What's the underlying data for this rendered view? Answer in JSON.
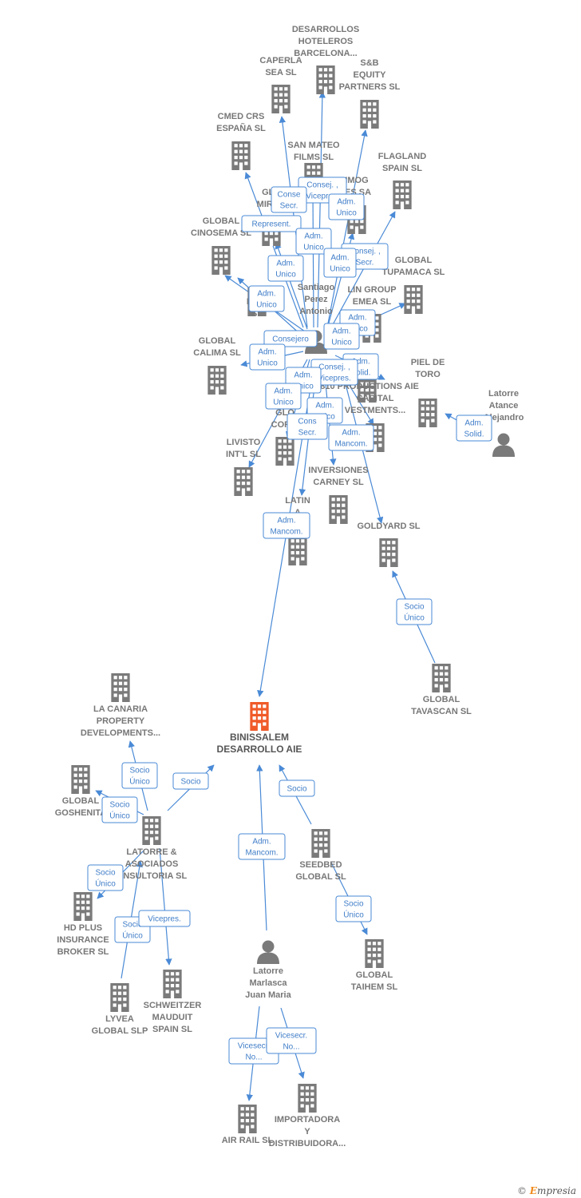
{
  "colors": {
    "building": "#7a7a7a",
    "main_building": "#f05a28",
    "person": "#7a7a7a",
    "edge": "#4a8ad6"
  },
  "nodes": [
    {
      "id": "main",
      "kind": "building",
      "main": true,
      "lines": [
        "BINISSALEM",
        "DESARROLLO AIE"
      ]
    },
    {
      "id": "desarrollos",
      "kind": "building",
      "lines": [
        "DESARROLLOS",
        "HOTELEROS",
        "BARCELONA..."
      ]
    },
    {
      "id": "caperla",
      "kind": "building",
      "lines": [
        "CAPERLA",
        "SEA SL"
      ]
    },
    {
      "id": "sb",
      "kind": "building",
      "lines": [
        "S&B",
        "EQUITY",
        "PARTNERS  SL"
      ]
    },
    {
      "id": "cmed",
      "kind": "building",
      "lines": [
        "CMED CRS",
        "ESPAÑA  SL"
      ]
    },
    {
      "id": "sanmateo",
      "kind": "building",
      "lines": [
        "SAN MATEO",
        "FILMS SL"
      ]
    },
    {
      "id": "flagland",
      "kind": "building",
      "lines": [
        "FLAGLAND",
        "SPAIN SL"
      ]
    },
    {
      "id": "glomir",
      "kind": "building",
      "lines": [
        "GLO",
        "MIROB"
      ]
    },
    {
      "id": "imog",
      "kind": "building",
      "lines": [
        "IMOG",
        "IES SA"
      ]
    },
    {
      "id": "cinosema",
      "kind": "building",
      "lines": [
        "GLOBAL",
        "CINOSEMA SL"
      ]
    },
    {
      "id": "tupamaca",
      "kind": "building",
      "lines": [
        "GLOBAL",
        "TUPAMACA SL"
      ]
    },
    {
      "id": "biot",
      "kind": "building",
      "lines": [
        "GR",
        "BIOT",
        "SL"
      ]
    },
    {
      "id": "lingroup",
      "kind": "building",
      "lines": [
        "LIN GROUP",
        "EMEA  SL"
      ]
    },
    {
      "id": "calima",
      "kind": "building",
      "lines": [
        "GLOBAL",
        "CALIMA SL"
      ]
    },
    {
      "id": "piel",
      "kind": "building",
      "lines": [
        "PIEL DE",
        "TORO"
      ]
    },
    {
      "id": "p1810",
      "kind": "building",
      "lines": [
        "1810 PRODUCTIONS AIE"
      ]
    },
    {
      "id": "capital",
      "kind": "building",
      "lines": [
        "CAPITAL",
        "VESTMENTS..."
      ]
    },
    {
      "id": "corvi",
      "kind": "building",
      "lines": [
        "GLO",
        "CORVI"
      ]
    },
    {
      "id": "livisto",
      "kind": "building",
      "lines": [
        "LIVISTO",
        "INT'L  SL"
      ]
    },
    {
      "id": "carney",
      "kind": "building",
      "lines": [
        "INVERSIONES",
        "CARNEY SL"
      ]
    },
    {
      "id": "latin",
      "kind": "building",
      "lines": [
        "LATIN",
        "A",
        "..."
      ]
    },
    {
      "id": "goldyard",
      "kind": "building",
      "lines": [
        "GOLDYARD SL"
      ]
    },
    {
      "id": "tavascan",
      "kind": "building",
      "lines": [
        "GLOBAL",
        "TAVASCAN  SL"
      ]
    },
    {
      "id": "lacanaria",
      "kind": "building",
      "lines": [
        "LA CANARIA",
        "PROPERTY",
        "DEVELOPMENTS..."
      ]
    },
    {
      "id": "goshenita",
      "kind": "building",
      "lines": [
        "GLOBAL",
        "GOSHENITA"
      ]
    },
    {
      "id": "latorreasoc",
      "kind": "building",
      "lines": [
        "LATORRE &",
        "ASOCIADOS",
        "ONSULTORIA SL"
      ]
    },
    {
      "id": "seedbed",
      "kind": "building",
      "lines": [
        "SEEDBED",
        "GLOBAL  SL"
      ]
    },
    {
      "id": "hdplus",
      "kind": "building",
      "lines": [
        "HD PLUS",
        "INSURANCE",
        "BROKER  SL"
      ]
    },
    {
      "id": "taihem",
      "kind": "building",
      "lines": [
        "GLOBAL",
        "TAIHEM SL"
      ]
    },
    {
      "id": "schweitzer",
      "kind": "building",
      "lines": [
        "SCHWEITZER",
        "MAUDUIT",
        "SPAIN SL"
      ]
    },
    {
      "id": "lyvea",
      "kind": "building",
      "lines": [
        "LYVEA",
        "GLOBAL  SLP"
      ]
    },
    {
      "id": "airrail",
      "kind": "building",
      "lines": [
        "AIR RAIL SL"
      ]
    },
    {
      "id": "importadora",
      "kind": "building",
      "lines": [
        "IMPORTADORA",
        "Y",
        "DISTRIBUIDORA..."
      ]
    },
    {
      "id": "santiago",
      "kind": "person",
      "lines": [
        "Santiago",
        "Perez",
        "Antonio"
      ]
    },
    {
      "id": "alejandro",
      "kind": "person",
      "lines": [
        "Latorre",
        "Atance",
        "Alejandro"
      ]
    },
    {
      "id": "juanmaria",
      "kind": "person",
      "lines": [
        "Latorre",
        "Marlasca",
        "Juan Maria"
      ]
    }
  ],
  "roles": [
    {
      "lines": [
        "Consej. ,",
        "Vicepres."
      ]
    },
    {
      "lines": [
        "Conse",
        "Secr."
      ]
    },
    {
      "lines": [
        "Adm.",
        "Unico"
      ]
    },
    {
      "lines": [
        "Represent."
      ]
    },
    {
      "lines": [
        "Adm.",
        "Unico"
      ]
    },
    {
      "lines": [
        "Consej. ,",
        "Secr."
      ]
    },
    {
      "lines": [
        "Adm.",
        "Unico"
      ]
    },
    {
      "lines": [
        "Adm.",
        "Unico"
      ]
    },
    {
      "lines": [
        "Adm.",
        "Unico"
      ]
    },
    {
      "lines": [
        "Adm.",
        "Unico"
      ]
    },
    {
      "lines": [
        "Consejero"
      ]
    },
    {
      "lines": [
        "Adm.",
        "Unico"
      ]
    },
    {
      "lines": [
        "Adm.",
        "Unico"
      ]
    },
    {
      "lines": [
        "Adm.",
        "Solid."
      ]
    },
    {
      "lines": [
        "Consej. ,",
        "Vicepres."
      ]
    },
    {
      "lines": [
        "Adm.",
        "Unico"
      ]
    },
    {
      "lines": [
        "Adm.",
        "Unico"
      ]
    },
    {
      "lines": [
        "Adm.",
        "Unico"
      ]
    },
    {
      "lines": [
        "Cons",
        "Secr."
      ]
    },
    {
      "lines": [
        "Adm.",
        "Mancom."
      ]
    },
    {
      "lines": [
        "Adm.",
        "Solid."
      ]
    },
    {
      "lines": [
        "Adm.",
        "Mancom."
      ]
    },
    {
      "lines": [
        "Socio",
        "Único"
      ]
    },
    {
      "lines": [
        "Socio",
        "Único"
      ]
    },
    {
      "lines": [
        "Socio"
      ]
    },
    {
      "lines": [
        "Socio",
        "Único"
      ]
    },
    {
      "lines": [
        "Socio"
      ]
    },
    {
      "lines": [
        "Adm.",
        "Mancom."
      ]
    },
    {
      "lines": [
        "Socio",
        "Único"
      ]
    },
    {
      "lines": [
        "Socio",
        "Único"
      ]
    },
    {
      "lines": [
        "Socio",
        "Único"
      ]
    },
    {
      "lines": [
        "Vicepres."
      ]
    },
    {
      "lines": [
        "Vicesecr.",
        "No..."
      ]
    },
    {
      "lines": [
        "Vicesecr.",
        "No..."
      ]
    }
  ],
  "footer": {
    "copyright": "©",
    "brand_initial": "E",
    "brand_rest": "mpresia"
  }
}
